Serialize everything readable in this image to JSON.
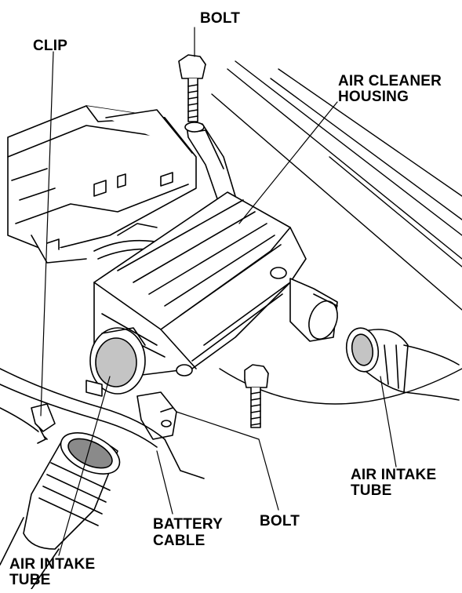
{
  "labels": {
    "bolt_top": "BOLT",
    "clip": "CLIP",
    "air_cleaner_housing": [
      "AIR CLEANER",
      "HOUSING"
    ],
    "air_intake_tube_right": [
      "AIR INTAKE",
      "TUBE"
    ],
    "bolt_bottom": "BOLT",
    "battery_cable": [
      "BATTERY",
      "CABLE"
    ],
    "air_intake_tube_left": [
      "AIR INTAKE",
      "TUBE"
    ]
  },
  "colors": {
    "line": "#000000",
    "shade": "#8a8a8a",
    "light_shade": "#c4c4c4",
    "background": "#ffffff"
  }
}
